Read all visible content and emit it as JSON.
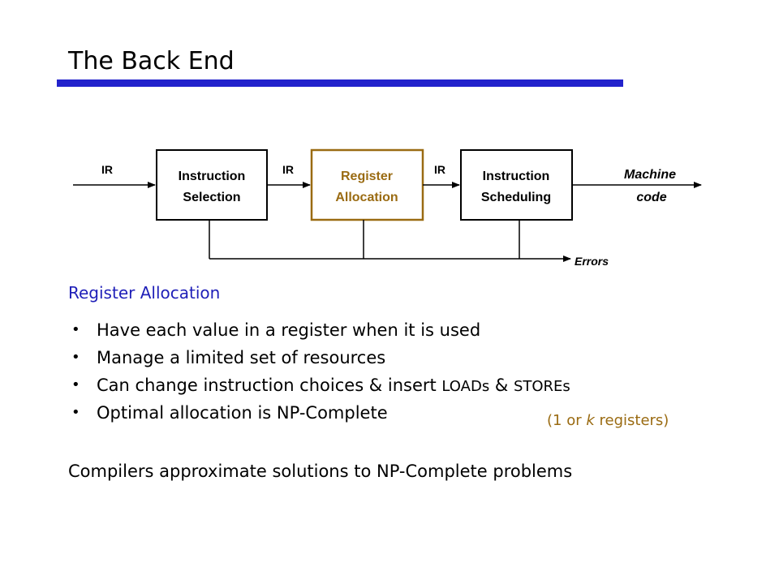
{
  "title": "The Back End",
  "diagram": {
    "boxes": [
      {
        "line1": "Instruction",
        "line2": "Selection"
      },
      {
        "line1": "Register",
        "line2": "Allocation"
      },
      {
        "line1": "Instruction",
        "line2": "Scheduling"
      }
    ],
    "ir_labels": [
      "IR",
      "IR",
      "IR"
    ],
    "output_label_1": "Machine",
    "output_label_2": "code",
    "errors_label": "Errors"
  },
  "section_heading": "Register Allocation",
  "bullets": [
    {
      "text": "Have each value in a register when it is used"
    },
    {
      "text": "Manage a limited set of resources"
    },
    {
      "pre": "Can change instruction choices & insert ",
      "loads": "LOADs",
      "mid": " & ",
      "stores": "STOREs"
    },
    {
      "text": "Optimal allocation is NP-Complete"
    }
  ],
  "bullet_symbol": "•",
  "note": {
    "pre": "(1 or ",
    "k": "k",
    "post": " registers)"
  },
  "footer": "Compilers approximate solutions to NP-Complete problems",
  "colors": {
    "title_bar": "#2323cc",
    "highlight_box": "#9a6b12",
    "section_heading": "#1f1fb8"
  }
}
